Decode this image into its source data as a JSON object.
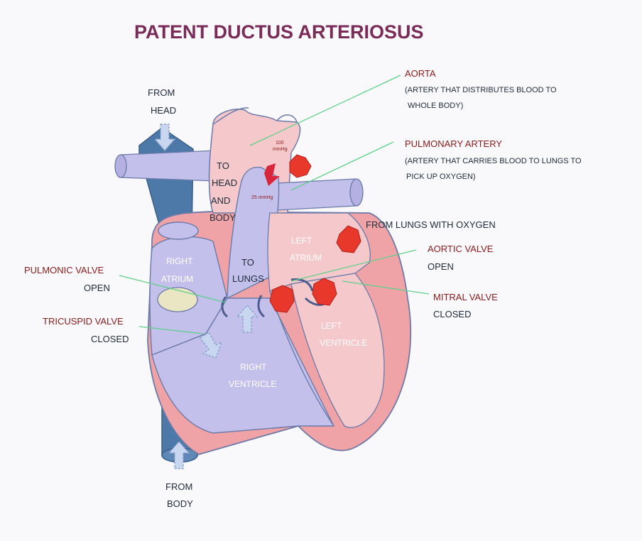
{
  "title": "PATENT DUCTUS ARTERIOSUS",
  "labels": {
    "from_head": [
      "FROM",
      "HEAD"
    ],
    "from_body": [
      "FROM",
      "BODY"
    ],
    "to_head_and_body": [
      "TO",
      "HEAD",
      "AND",
      "BODY"
    ],
    "to_lungs": [
      "TO",
      "LUNGS"
    ],
    "right_atrium": [
      "RIGHT",
      "ATRIUM"
    ],
    "right_ventricle": [
      "RIGHT",
      "VENTRICLE"
    ],
    "left_atrium": [
      "LEFT",
      "ATRIUM"
    ],
    "left_ventricle": [
      "LEFT",
      "VENTRICLE"
    ],
    "pressure_high": [
      "100",
      "mmHg"
    ],
    "pressure_low": "25 mmHg"
  },
  "callouts": {
    "aorta": {
      "name": "AORTA",
      "desc": [
        "(ARTERY THAT DISTRIBUTES BLOOD TO",
        "WHOLE BODY)"
      ]
    },
    "pulmonary_artery": {
      "name": "PULMONARY ARTERY",
      "desc": [
        "(ARTERY THAT CARRIES BLOOD TO LUNGS TO",
        "PICK UP OXYGEN)"
      ]
    },
    "from_lungs": {
      "name": "FROM LUNGS WITH OXYGEN"
    },
    "aortic_valve": {
      "name": "AORTIC VALVE",
      "state": "OPEN"
    },
    "mitral_valve": {
      "name": "MITRAL VALVE",
      "state": "CLOSED"
    },
    "pulmonic_valve": {
      "name": "PULMONIC VALVE",
      "state": "OPEN"
    },
    "tricuspid_valve": {
      "name": "TRICUSPID VALVE",
      "state": "CLOSED"
    }
  },
  "colors": {
    "heart_outer": "#f0a3a6",
    "heart_stroke": "#6b7aa8",
    "left_side": "#f5c9cc",
    "right_side": "#c3c0ec",
    "vena_cava": "#4d79a8",
    "title": "#7a2b57",
    "pointer_line": "#5fd08a",
    "flow_marker": "#e8382c"
  }
}
